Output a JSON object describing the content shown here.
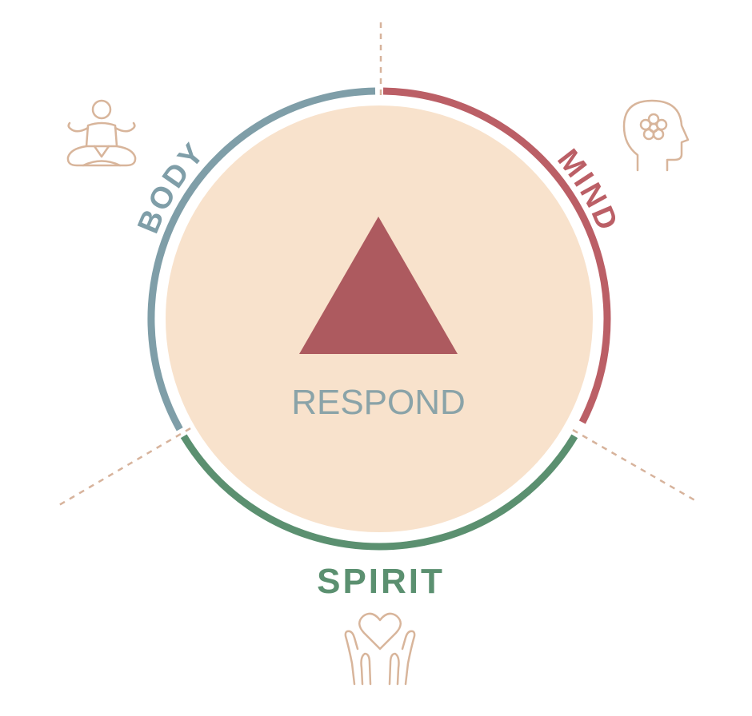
{
  "center": {
    "label": "RESPOND",
    "fill_color": "#f8e2cc",
    "label_color": "#8aa3a8",
    "triangle_color": "#ad5a5f"
  },
  "segments": [
    {
      "id": "body",
      "label": "BODY",
      "color": "#7f9ea8",
      "icon": "meditation-icon"
    },
    {
      "id": "mind",
      "label": "MIND",
      "color": "#bb5f66",
      "icon": "head-flower-icon"
    },
    {
      "id": "spirit",
      "label": "SPIRIT",
      "color": "#5b9070",
      "icon": "heart-hands-icon"
    }
  ],
  "colors": {
    "divider": "#d7b39c",
    "icon_stroke": "#d8b59b"
  }
}
